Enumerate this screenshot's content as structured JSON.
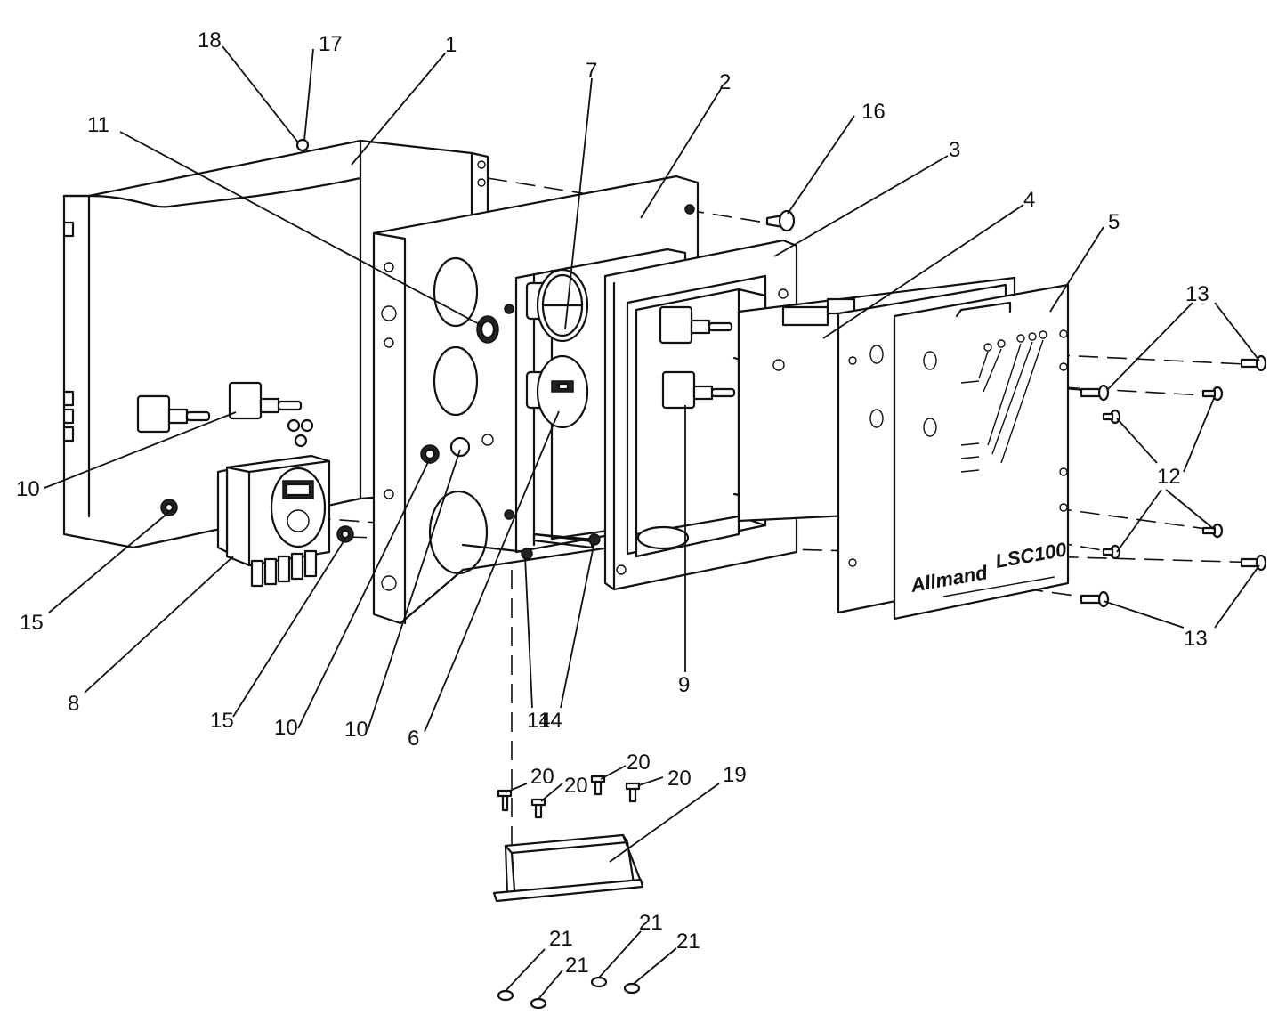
{
  "panel_text": {
    "brand": "Allmand",
    "model": "LSC100"
  },
  "callouts": {
    "c18": "18",
    "c17": "17",
    "c1": "1",
    "c7": "7",
    "c2": "2",
    "c16": "16",
    "c11": "11",
    "c3": "3",
    "c4": "4",
    "c5": "5",
    "c13a": "13",
    "c12": "12",
    "c10a": "10",
    "c15a": "15",
    "c13b": "13",
    "c8": "8",
    "c15b": "15",
    "c10b": "10",
    "c10c": "10",
    "c6": "6",
    "c14a": "14",
    "c14b": "14",
    "c9": "9",
    "c20a": "20",
    "c20b": "20",
    "c20c": "20",
    "c20d": "20",
    "c19": "19",
    "c21a": "21",
    "c21b": "21",
    "c21c": "21",
    "c21d": "21"
  }
}
